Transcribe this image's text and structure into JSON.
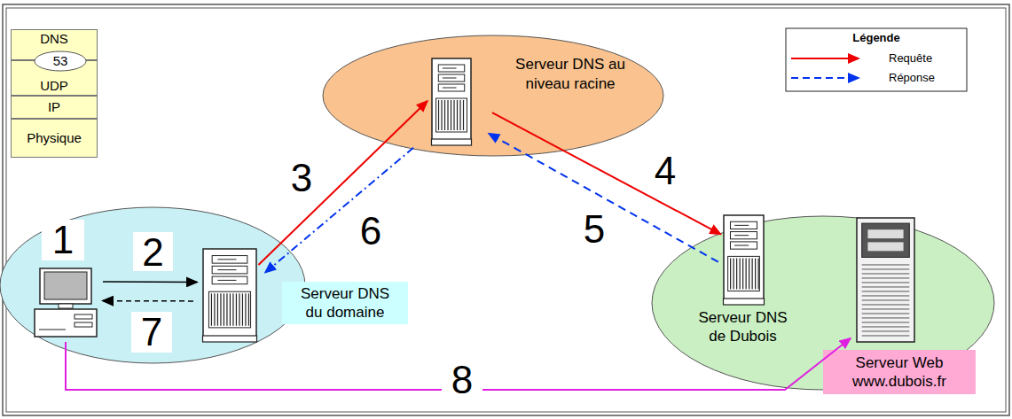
{
  "diagram": {
    "nodes": [
      {
        "text": [
          "DNS"
        ]
      },
      {
        "text": [
          "53"
        ],
        "in": 0
      },
      {
        "text": [
          "UDP"
        ]
      },
      {
        "text": [
          "IP"
        ]
      },
      {
        "text": [
          "Physique"
        ]
      },
      {
        "text": [
          "Serveur DNS au niveau racine"
        ]
      },
      {
        "text": [
          "1"
        ]
      },
      {
        "text": [
          "Serveur DNS du domaine"
        ]
      },
      {
        "text": [
          "Serveur DNS de Dubois"
        ]
      },
      {
        "text": [
          "Serveur Web www.dubois.fr"
        ]
      }
    ],
    "edges": [
      {
        "from": 6,
        "to": 7,
        "arrow": "to",
        "label": "2"
      },
      {
        "from": 7,
        "to": 5,
        "arrow": "to",
        "label": "3"
      },
      {
        "from": 5,
        "to": 8,
        "arrow": "to",
        "label": "4"
      },
      {
        "from": 8,
        "to": 5,
        "arrow": "to",
        "label": "5"
      },
      {
        "from": 5,
        "to": 7,
        "arrow": "to",
        "label": "6"
      },
      {
        "from": 7,
        "to": 6,
        "arrow": "to",
        "label": "7"
      },
      {
        "from": 6,
        "to": 9,
        "arrow": "to",
        "label": "8"
      }
    ],
    "labels": [
      "Légende"
    ],
    "legend": [
      {
        "text": "Requête"
      },
      {
        "text": "Réponse"
      }
    ]
  }
}
